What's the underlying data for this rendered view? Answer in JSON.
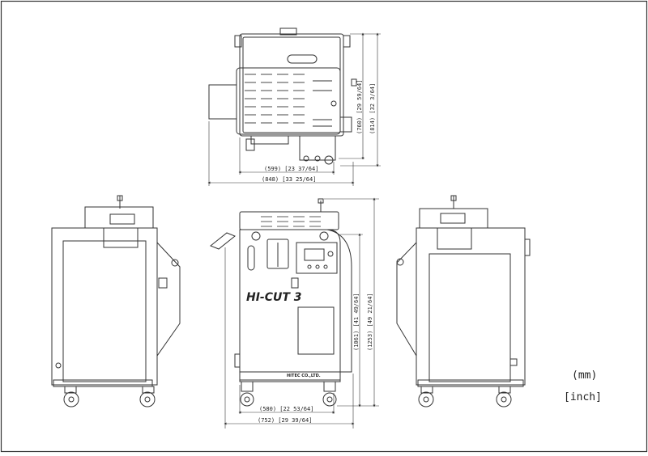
{
  "units": {
    "mm": "(mm)",
    "inch": "[inch]"
  },
  "top_view": {
    "width_inner": "(599)  [23 37/64]",
    "width_outer": "(848)  [33 25/64]",
    "depth_inner": "(760) [29 59/64]",
    "depth_outer": "(814) [32 3/64]"
  },
  "front_view": {
    "brand": "HI-CUT 3",
    "maker": "HITEC CO.,LTD.",
    "width_inner": "(580)  [22 53/64]",
    "width_outer": "(752)  [29 39/64]",
    "height_inner": "(1061) [41 49/64]",
    "height_outer": "(1253) [49 21/64]"
  }
}
